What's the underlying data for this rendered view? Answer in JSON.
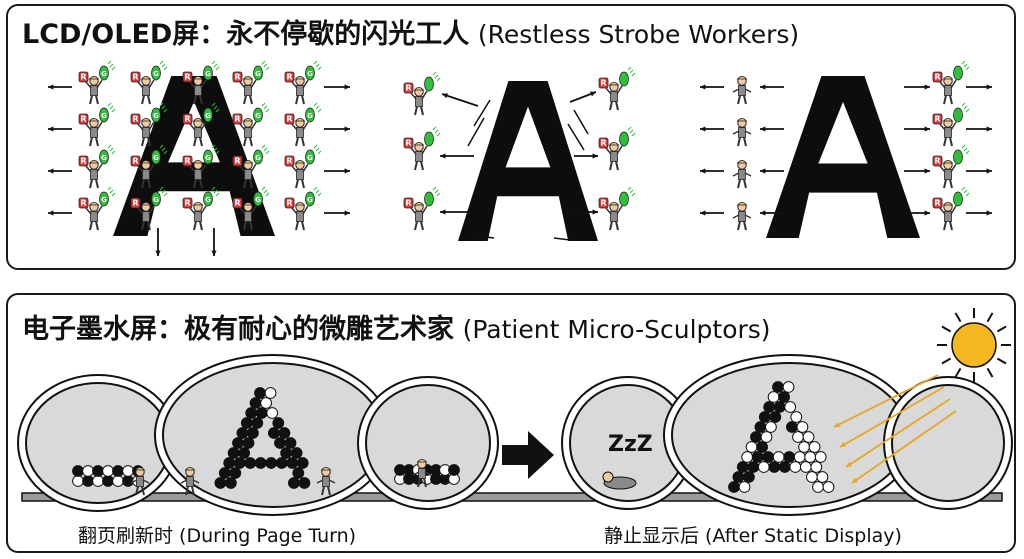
{
  "lcd_panel": {
    "title_zh": "LCD/OLED屏：永不停歇的闪光工人",
    "title_en": "(Restless Strobe Workers)",
    "letter": "A",
    "card_letters": [
      "R",
      "G"
    ],
    "colors": {
      "red": "#d83a3a",
      "green": "#2fbf3a",
      "blue": "#2b59d9",
      "worker": "#8a8a8a"
    }
  },
  "eink_panel": {
    "title_zh": "电子墨水屏：极有耐心的微雕艺术家",
    "title_en": "(Patient Micro-Sculptors)",
    "caption_left": "翻页刷新时 (During Page Turn)",
    "caption_right": "静止显示后 (After Static Display)",
    "sleep_text": "ZzZ",
    "colors": {
      "capsule_fill": "#d9d9d9",
      "sun": "#f5b820",
      "sun_ray": "#e8a620"
    }
  }
}
